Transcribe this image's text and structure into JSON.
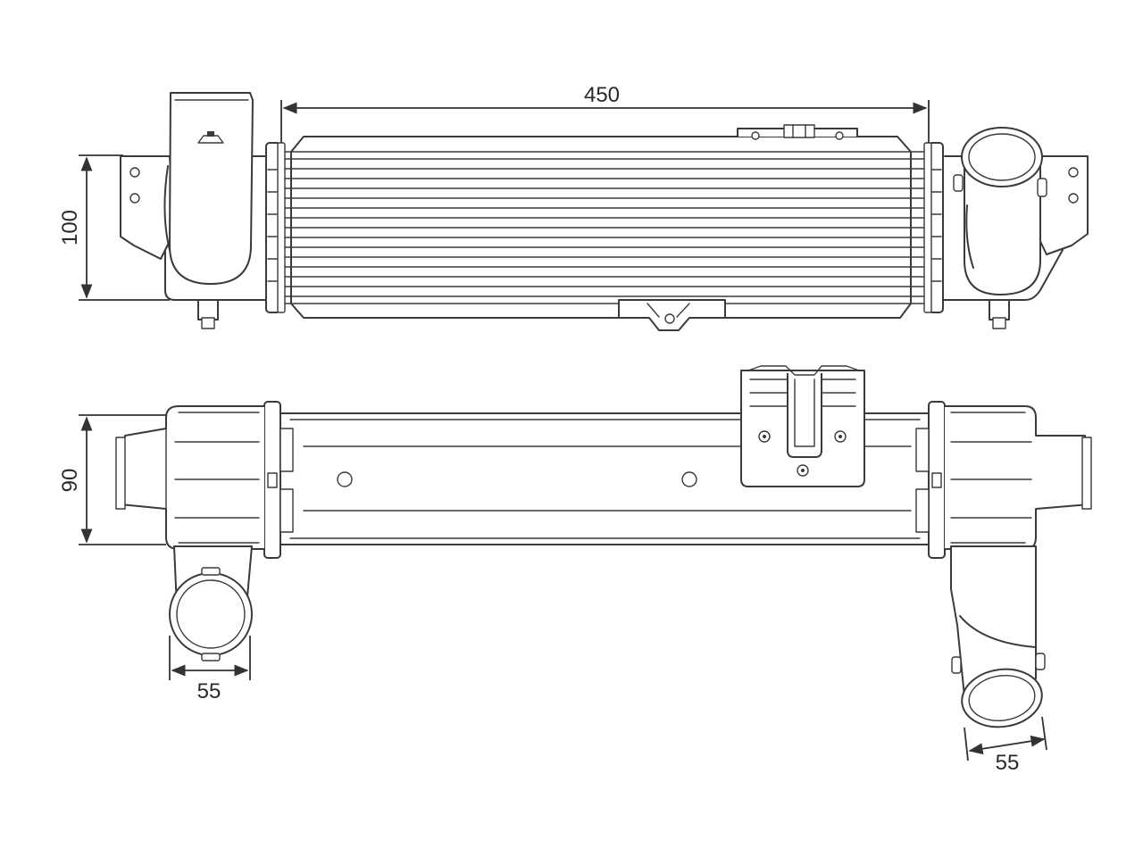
{
  "dimensions": {
    "width": "450",
    "height_top_view": "100",
    "height_bottom_view": "90",
    "pipe_left_diameter": "55",
    "pipe_right_diameter": "55"
  }
}
